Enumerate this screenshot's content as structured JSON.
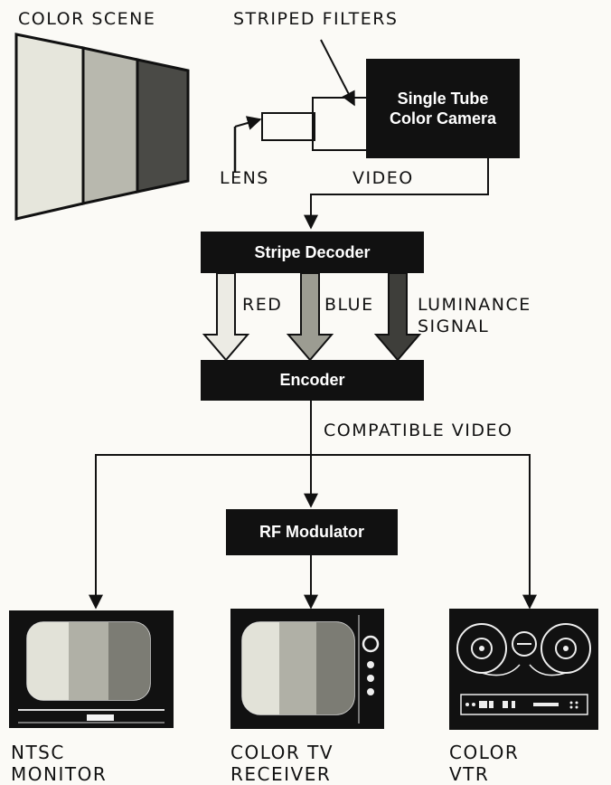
{
  "labels": {
    "color_scene": "COLOR SCENE",
    "striped_filters": "STRIPED FILTERS",
    "lens": "LENS",
    "video": "VIDEO",
    "red": "RED",
    "blue": "BLUE",
    "luminance": "LUMINANCE",
    "signal": "SIGNAL",
    "compatible_video": "COMPATIBLE VIDEO",
    "ntsc": "NTSC",
    "monitor": "MONITOR",
    "color_tv": "COLOR TV",
    "receiver": "RECEIVER",
    "color_vtr": "COLOR",
    "vtr": "VTR"
  },
  "boxes": {
    "camera_line1": "Single Tube",
    "camera_line2": "Color Camera",
    "stripe_decoder": "Stripe Decoder",
    "encoder": "Encoder",
    "rf_modulator": "RF Modulator"
  }
}
